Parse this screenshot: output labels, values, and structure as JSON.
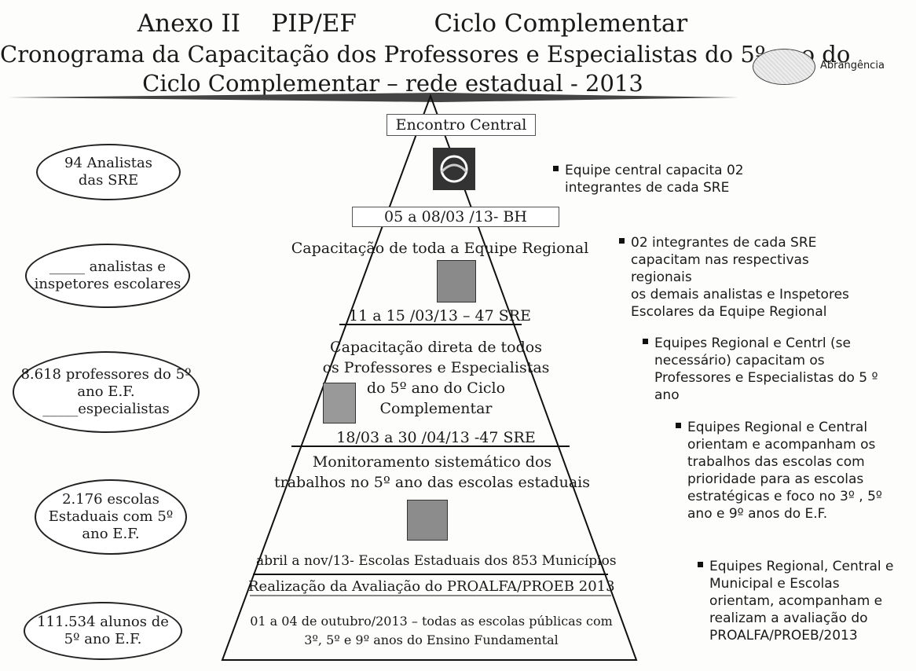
{
  "header": {
    "title_line1": "Anexo II    PIP/EF          Ciclo Complementar",
    "title_line2": "Cronograma da Capacitação dos Professores e Especialistas  do 5º ano do",
    "title_line3": "Ciclo Complementar – rede estadual -  2013",
    "abrangencia_label": "Abrangência"
  },
  "pyramid": {
    "top_box": "Encontro Central",
    "level1_date": "05 a 08/03 /13- BH",
    "level2_title": "Capacitação de toda a Equipe  Regional",
    "level2_date": "11 a  15 /03/13 – 47 SRE",
    "level3_title_l1": "Capacitação direta de todos",
    "level3_title_l2": "os  Professores e Especialistas",
    "level3_title_l3": "do 5º ano do Ciclo",
    "level3_title_l4": "Complementar",
    "level3_date": "18/03 a 30 /04/13 -47 SRE",
    "level4_title_l1": "Monitoramento sistemático dos",
    "level4_title_l2": "trabalhos no 5º ano das escolas estaduais",
    "level4_date": "abril a nov/13- Escolas  Estaduais dos 853  Municípios",
    "level5_title": "Realização da Avaliação do PROALFA/PROEB  2013",
    "level5_text_l1": "01 a 04 de outubro/2013 – todas as escolas públicas com",
    "level5_text_l2": "3º, 5º e 9º  anos do Ensino Fundamental"
  },
  "left_ovals": [
    {
      "l1": "94 Analistas",
      "l2": "das SRE"
    },
    {
      "l1": "_____ analistas e",
      "l2": "inspetores escolares"
    },
    {
      "l1": "8.618 professores do 5º",
      "l2": "ano E.F.",
      "l3": "_____especialistas"
    },
    {
      "l1": "2.176 escolas",
      "l2": "Estaduais com 5º",
      "l3": "ano E.F."
    },
    {
      "l1": "111.534 alunos de",
      "l2": "5º ano E.F."
    }
  ],
  "bullets": [
    {
      "lines": [
        "Equipe central capacita 02",
        "integrantes de cada  SRE"
      ]
    },
    {
      "lines": [
        "02 integrantes de cada SRE",
        "capacitam nas respectivas regionais",
        "os  demais analistas e Inspetores",
        "Escolares da Equipe Regional"
      ]
    },
    {
      "lines": [
        "Equipes Regional e Centrl (se",
        "necessário) capacitam os",
        "Professores e Especialistas do 5 º",
        "ano"
      ]
    },
    {
      "lines": [
        "Equipes Regional e Central",
        "orientam e acompanham os",
        "trabalhos das escolas com",
        "prioridade para as escolas",
        "estratégicas e foco no 3º , 5º",
        "ano  e 9º anos do E.F."
      ]
    },
    {
      "lines": [
        "Equipes Regional, Central e",
        "Municipal  e Escolas",
        "orientam,   acompanham e",
        "realizam a avaliação do",
        "PROALFA/PROEB/2013"
      ]
    }
  ]
}
